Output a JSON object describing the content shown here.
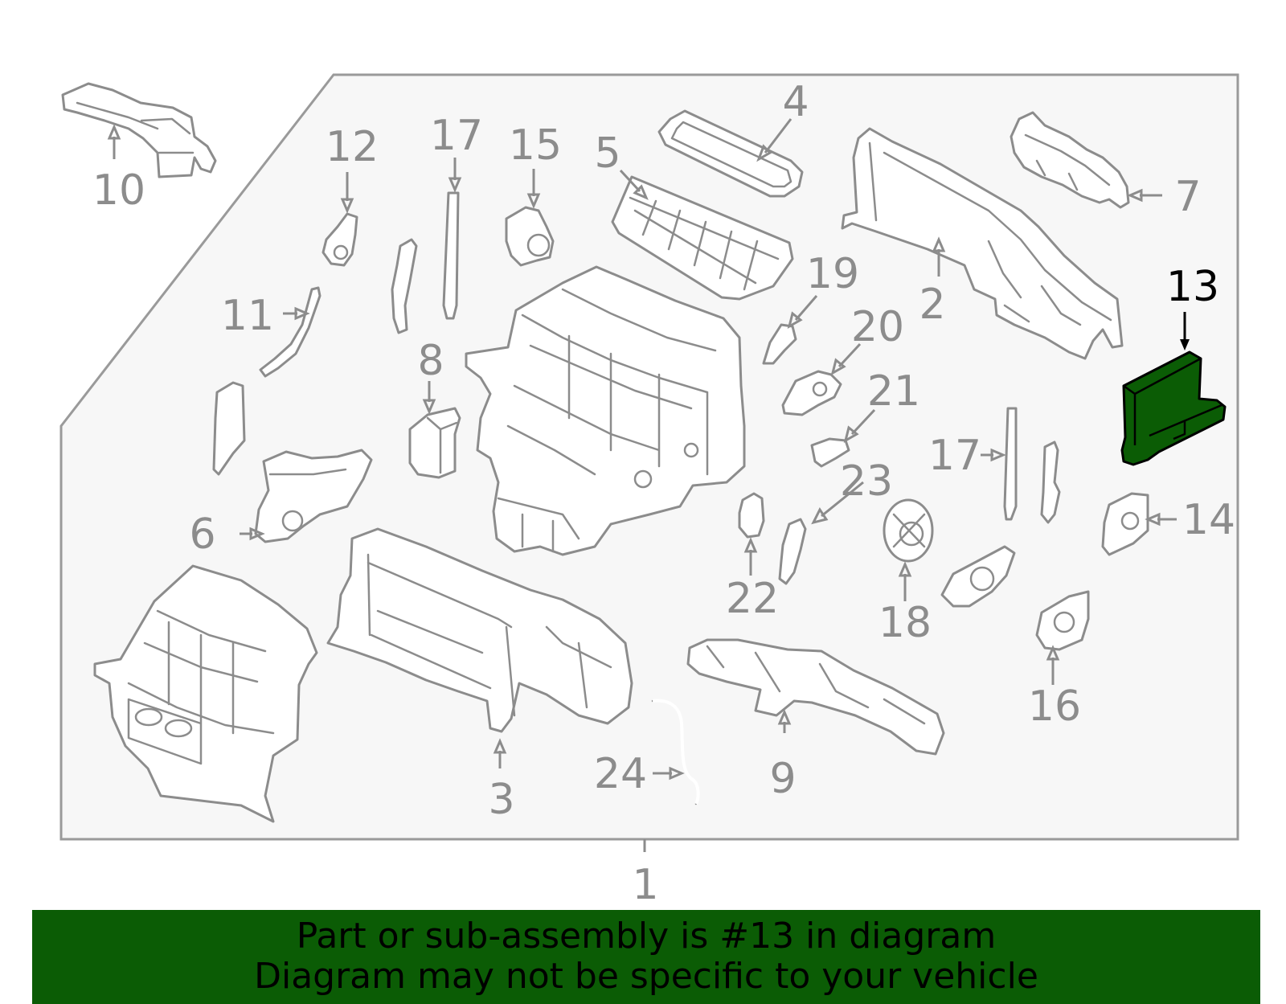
{
  "diagram": {
    "callouts": [
      {
        "id": "c1",
        "label": "1"
      },
      {
        "id": "c2",
        "label": "2"
      },
      {
        "id": "c3",
        "label": "3"
      },
      {
        "id": "c4",
        "label": "4"
      },
      {
        "id": "c5",
        "label": "5"
      },
      {
        "id": "c6",
        "label": "6"
      },
      {
        "id": "c7",
        "label": "7"
      },
      {
        "id": "c8",
        "label": "8"
      },
      {
        "id": "c9",
        "label": "9"
      },
      {
        "id": "c10",
        "label": "10"
      },
      {
        "id": "c11",
        "label": "11"
      },
      {
        "id": "c12",
        "label": "12"
      },
      {
        "id": "c13",
        "label": "13"
      },
      {
        "id": "c14",
        "label": "14"
      },
      {
        "id": "c15",
        "label": "15"
      },
      {
        "id": "c16",
        "label": "16"
      },
      {
        "id": "c17a",
        "label": "17"
      },
      {
        "id": "c17b",
        "label": "17"
      },
      {
        "id": "c18",
        "label": "18"
      },
      {
        "id": "c19",
        "label": "19"
      },
      {
        "id": "c20",
        "label": "20"
      },
      {
        "id": "c21",
        "label": "21"
      },
      {
        "id": "c22",
        "label": "22"
      },
      {
        "id": "c23",
        "label": "23"
      },
      {
        "id": "c24",
        "label": "24"
      }
    ],
    "highlighted_part": "13",
    "highlight_color": "#0b5c05",
    "line_color": "#8c8c8c",
    "panel_fill": "#f7f7f7"
  },
  "banner": {
    "line1": "Part or sub-assembly is #13 in diagram",
    "line2": "Diagram may not be specific to your vehicle",
    "background": "#0b5c05"
  }
}
